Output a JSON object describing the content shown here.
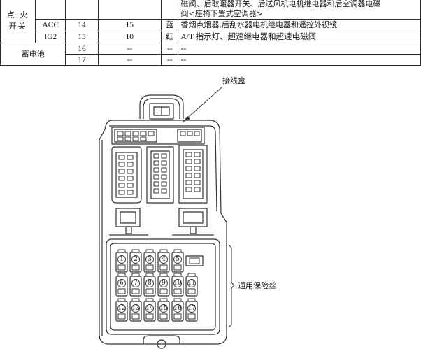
{
  "table": {
    "rows": [
      {
        "group": "点 火\n开关",
        "source": "",
        "pin": "",
        "amp": "",
        "color": "",
        "desc_lines": [
          "磁阀、后取暖器开关、后送风机电机继电器和后空调器电磁",
          "阀<座椅下置式空调器>"
        ]
      },
      {
        "group": "",
        "source": "ACC",
        "pin": "14",
        "amp": "15",
        "color": "蓝",
        "desc_lines": [
          "香烟点烟器,后刮水器电机继电器和遥控外视镜"
        ]
      },
      {
        "group": "",
        "source": "IG2",
        "pin": "15",
        "amp": "10",
        "color": "红",
        "desc_lines": [
          "A/T 指示灯、超速继电器和超速电磁阀"
        ]
      },
      {
        "group": "蓄电池",
        "source": "",
        "pin": "16",
        "amp": "--",
        "color": "--",
        "desc_lines": [
          "--"
        ]
      },
      {
        "group": "",
        "source": "",
        "pin": "17",
        "amp": "--",
        "color": "--",
        "desc_lines": [
          "--"
        ]
      }
    ]
  },
  "diagram": {
    "callout_junction_box": "接线盒",
    "callout_fuses": "通用保险丝",
    "fuse_numbers": [
      "1",
      "2",
      "3",
      "4",
      "5",
      "6",
      "7",
      "8",
      "9",
      "10",
      "11",
      "12",
      "13",
      "14",
      "15",
      "16",
      "17"
    ]
  }
}
